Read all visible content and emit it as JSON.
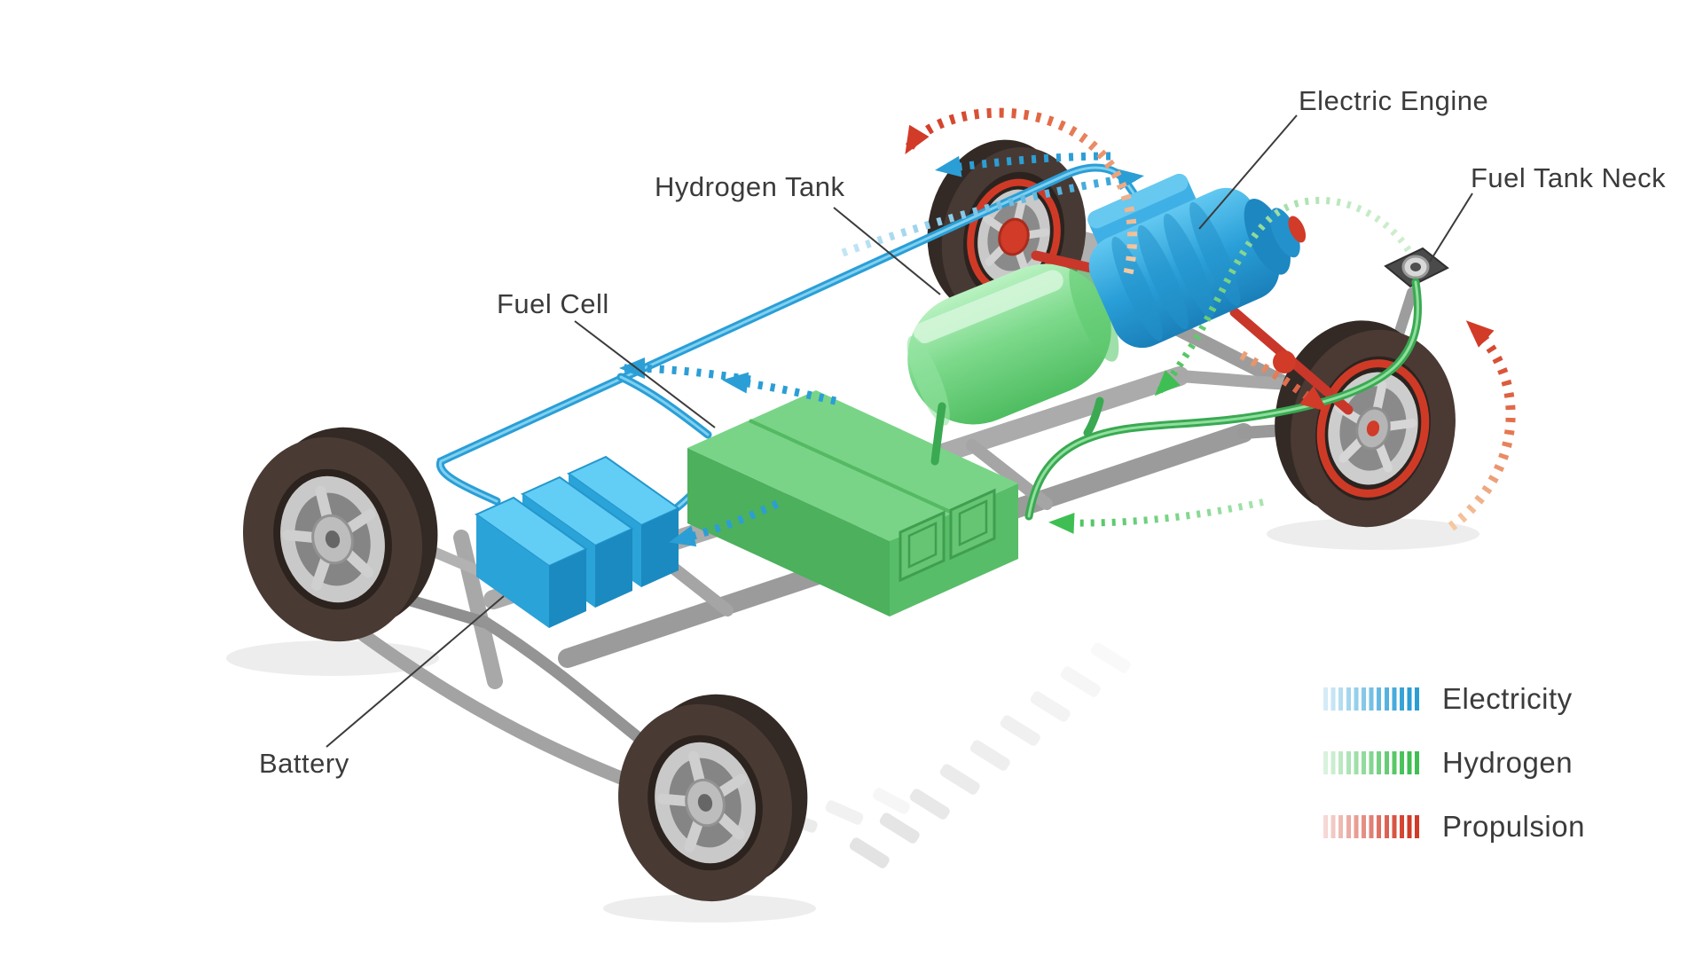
{
  "labels": {
    "electric_engine": "Electric Engine",
    "fuel_tank_neck": "Fuel Tank Neck",
    "hydrogen_tank": "Hydrogen Tank",
    "fuel_cell": "Fuel Cell",
    "battery": "Battery"
  },
  "legend": {
    "items": [
      {
        "label": "Electricity",
        "color": "#2b9ed6"
      },
      {
        "label": "Hydrogen",
        "color": "#3fbf53"
      },
      {
        "label": "Propulsion",
        "color": "#d13b28"
      }
    ]
  },
  "colors": {
    "electricity_line": "#2b9ed6",
    "hydrogen_line": "#3fbf53",
    "propulsion_line": "#d13b28",
    "component_blue": "#2ea6dd",
    "component_green": "#6fd081",
    "chassis_gray": "#a8a8a8",
    "tire_dark": "#493b34",
    "axle_red": "#cf3a27",
    "label_text": "#3b3b3b",
    "background": "#ffffff"
  }
}
